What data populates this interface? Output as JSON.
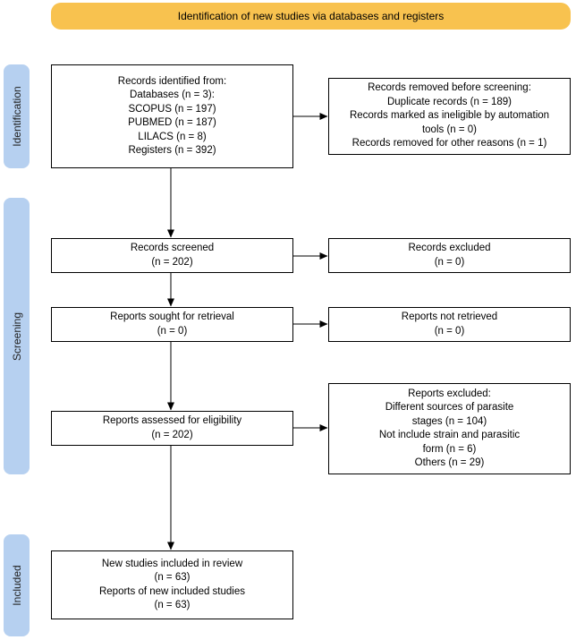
{
  "colors": {
    "header_fill": "#f8c24f",
    "phase_fill": "#b6d0f0",
    "box_border": "#000000",
    "arrow": "#000000"
  },
  "header": {
    "title": "Identification of new studies via databases and registers"
  },
  "phases": {
    "identification": "Identification",
    "screening": "Screening",
    "included": "Included"
  },
  "boxes": {
    "records_identified": [
      "Records identified from:",
      "Databases (n = 3):",
      "SCOPUS (n = 197)",
      "PUBMED (n = 187)",
      "LILACS (n = 8)",
      "Registers (n = 392)"
    ],
    "records_removed": [
      "Records removed before screening:",
      "Duplicate records (n = 189)",
      "Records marked as ineligible by automation",
      "tools (n = 0)",
      "Records removed for other reasons (n = 1)"
    ],
    "records_screened": [
      "Records screened",
      "(n = 202)"
    ],
    "records_excluded": [
      "Records excluded",
      "(n = 0)"
    ],
    "reports_sought": [
      "Reports sought for retrieval",
      "(n = 0)"
    ],
    "reports_not_retrieved": [
      "Reports not retrieved",
      "(n = 0)"
    ],
    "reports_assessed": [
      "Reports assessed for eligibility",
      "(n = 202)"
    ],
    "reports_excluded": [
      "Reports excluded:",
      "Different sources of parasite",
      "stages (n = 104)",
      "Not include strain and parasitic",
      "form (n = 6)",
      "Others (n = 29)"
    ],
    "studies_included": [
      "New studies included in review",
      "(n = 63)",
      "Reports of new included studies",
      "(n = 63)"
    ]
  }
}
